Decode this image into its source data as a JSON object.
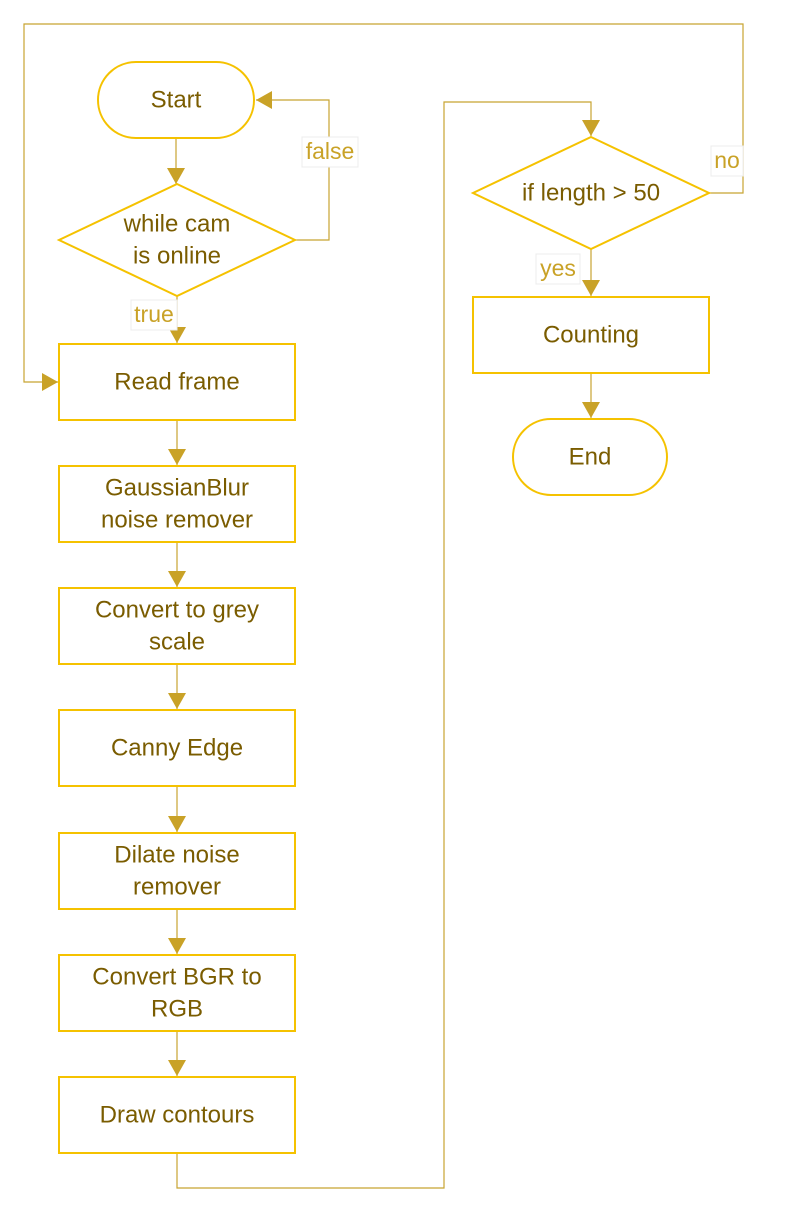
{
  "diagram": {
    "colors": {
      "node_border": "#f5c200",
      "node_fill": "#ffffff",
      "node_text": "#7a5c00",
      "connector": "#c8a431",
      "edge_label_text": "#c9a227"
    },
    "nodes": {
      "start": {
        "shape": "terminator",
        "lines": [
          "Start"
        ]
      },
      "while_cam": {
        "shape": "decision",
        "lines": [
          "while cam",
          "is online"
        ]
      },
      "read_frame": {
        "shape": "process",
        "lines": [
          "Read frame"
        ]
      },
      "gaussian_blur": {
        "shape": "process",
        "lines": [
          "GaussianBlur",
          "noise remover"
        ]
      },
      "grey_scale": {
        "shape": "process",
        "lines": [
          "Convert to grey",
          "scale"
        ]
      },
      "canny_edge": {
        "shape": "process",
        "lines": [
          "Canny Edge"
        ]
      },
      "dilate": {
        "shape": "process",
        "lines": [
          "Dilate noise",
          "remover"
        ]
      },
      "bgr_to_rgb": {
        "shape": "process",
        "lines": [
          "Convert BGR to",
          "RGB"
        ]
      },
      "draw_contours": {
        "shape": "process",
        "lines": [
          "Draw contours"
        ]
      },
      "if_length": {
        "shape": "decision",
        "lines": [
          "if length > 50"
        ]
      },
      "counting": {
        "shape": "process",
        "lines": [
          "Counting"
        ]
      },
      "end": {
        "shape": "terminator",
        "lines": [
          "End"
        ]
      }
    },
    "edges": [
      {
        "from": "start",
        "to": "while_cam",
        "label": ""
      },
      {
        "from": "while_cam",
        "to": "start",
        "label": "false"
      },
      {
        "from": "while_cam",
        "to": "read_frame",
        "label": "true"
      },
      {
        "from": "read_frame",
        "to": "gaussian_blur",
        "label": ""
      },
      {
        "from": "gaussian_blur",
        "to": "grey_scale",
        "label": ""
      },
      {
        "from": "grey_scale",
        "to": "canny_edge",
        "label": ""
      },
      {
        "from": "canny_edge",
        "to": "dilate",
        "label": ""
      },
      {
        "from": "dilate",
        "to": "bgr_to_rgb",
        "label": ""
      },
      {
        "from": "bgr_to_rgb",
        "to": "draw_contours",
        "label": ""
      },
      {
        "from": "draw_contours",
        "to": "if_length",
        "label": ""
      },
      {
        "from": "if_length",
        "to": "read_frame",
        "label": "no"
      },
      {
        "from": "if_length",
        "to": "counting",
        "label": "yes"
      },
      {
        "from": "counting",
        "to": "end",
        "label": ""
      }
    ]
  }
}
